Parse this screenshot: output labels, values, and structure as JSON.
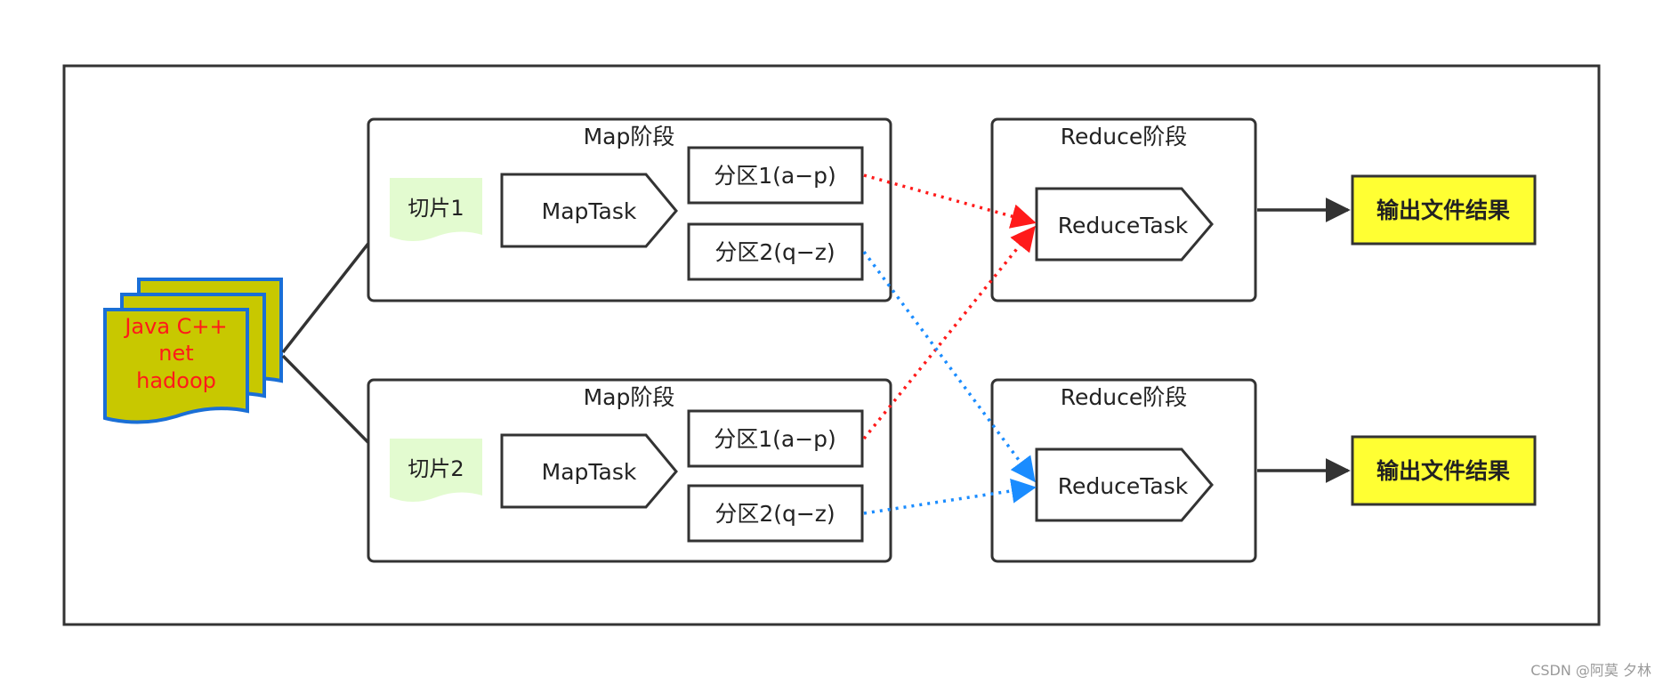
{
  "input_doc": {
    "lines": [
      "Java C++",
      "net",
      "hadoop"
    ]
  },
  "map_stages": [
    {
      "title": "Map阶段",
      "slice": "切片1",
      "task": "MapTask",
      "partitions": [
        "分区1(a−p)",
        "分区2(q−z)"
      ]
    },
    {
      "title": "Map阶段",
      "slice": "切片2",
      "task": "MapTask",
      "partitions": [
        "分区1(a−p)",
        "分区2(q−z)"
      ]
    }
  ],
  "reduce_stages": [
    {
      "title": "Reduce阶段",
      "task": "ReduceTask"
    },
    {
      "title": "Reduce阶段",
      "task": "ReduceTask"
    }
  ],
  "outputs": [
    "输出文件结果",
    "输出文件结果"
  ],
  "colors": {
    "partition1_arrow": "#ff1a1a",
    "partition2_arrow": "#1a8cff",
    "doc_fill": "#c8c800",
    "doc_stroke": "#1a6fd6",
    "slice_fill": "#e3fbd0",
    "output_fill": "#ffff33"
  },
  "watermark": "CSDN @阿莫 夕林"
}
